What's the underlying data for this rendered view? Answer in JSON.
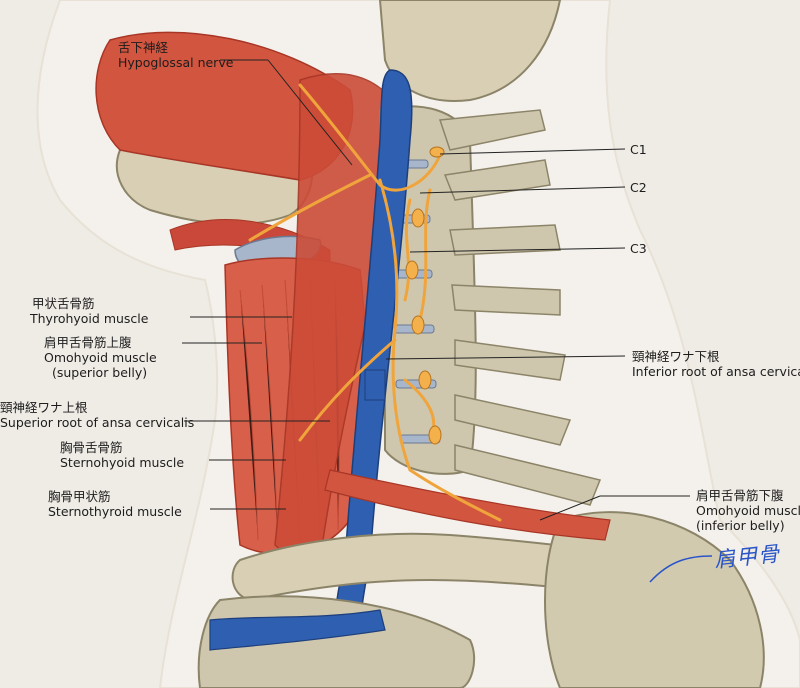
{
  "labels": {
    "hypoglossal": {
      "jp": "舌下神経",
      "en": "Hypoglossal nerve"
    },
    "c1": "C1",
    "c2": "C2",
    "c3": "C3",
    "thyrohyoid": {
      "jp": "甲状舌骨筋",
      "en": "Thyrohyoid muscle"
    },
    "omohyoid_sup": {
      "jp": "肩甲舌骨筋上腹",
      "en1": "Omohyoid muscle",
      "en2": "(superior belly)"
    },
    "ansa_sup": {
      "jp": "頸神経ワナ上根",
      "en": "Superior root of ansa cervicalis"
    },
    "sternohyoid": {
      "jp": "胸骨舌骨筋",
      "en": "Sternohyoid muscle"
    },
    "sternothyroid": {
      "jp": "胸骨甲状筋",
      "en": "Sternothyroid muscle"
    },
    "ansa_inf": {
      "jp": "頸神経ワナ下根",
      "en": "Inferior root of ansa cervicalis"
    },
    "omohyoid_inf": {
      "jp": "肩甲舌骨筋下腹",
      "en1": "Omohyoid muscle",
      "en2": "(inferior belly)"
    },
    "handwritten": "肩甲骨"
  },
  "colors": {
    "muscle": "#d2553f",
    "muscle_dark": "#a83626",
    "bone": "#cfc7ad",
    "bone_dark": "#8c8468",
    "vein": "#2f5fb0",
    "nerve": "#f0a43c",
    "skin": "#f4f1ec",
    "ink": "#1d1d1d",
    "pen": "#2a55c8"
  }
}
